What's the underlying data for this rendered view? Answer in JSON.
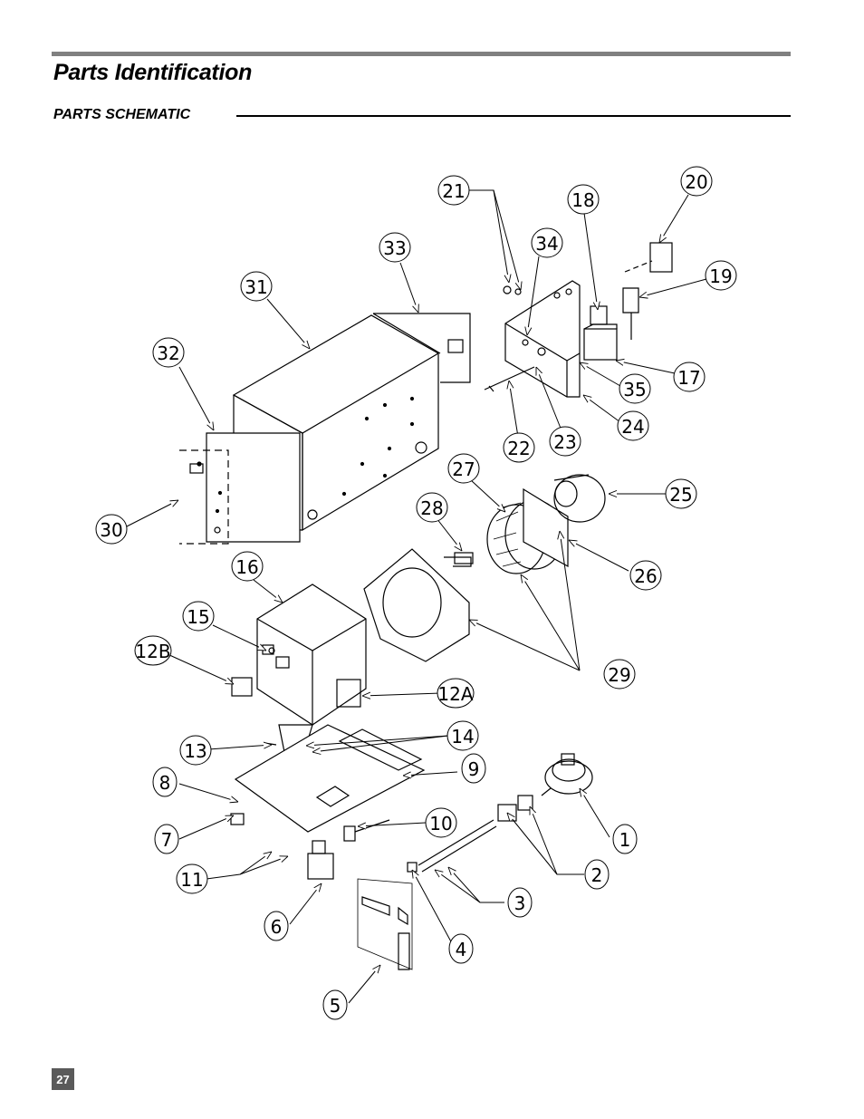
{
  "header": {
    "title": "Parts Identification",
    "section_title": "PARTS SCHEMATIC"
  },
  "footer": {
    "page_number": "27"
  },
  "callouts": [
    "1",
    "2",
    "3",
    "4",
    "5",
    "6",
    "7",
    "8",
    "9",
    "10",
    "11",
    "12A",
    "12B",
    "13",
    "14",
    "15",
    "16",
    "17",
    "18",
    "19",
    "20",
    "21",
    "22",
    "23",
    "24",
    "25",
    "26",
    "27",
    "28",
    "29",
    "30",
    "31",
    "32",
    "33",
    "34",
    "35"
  ]
}
